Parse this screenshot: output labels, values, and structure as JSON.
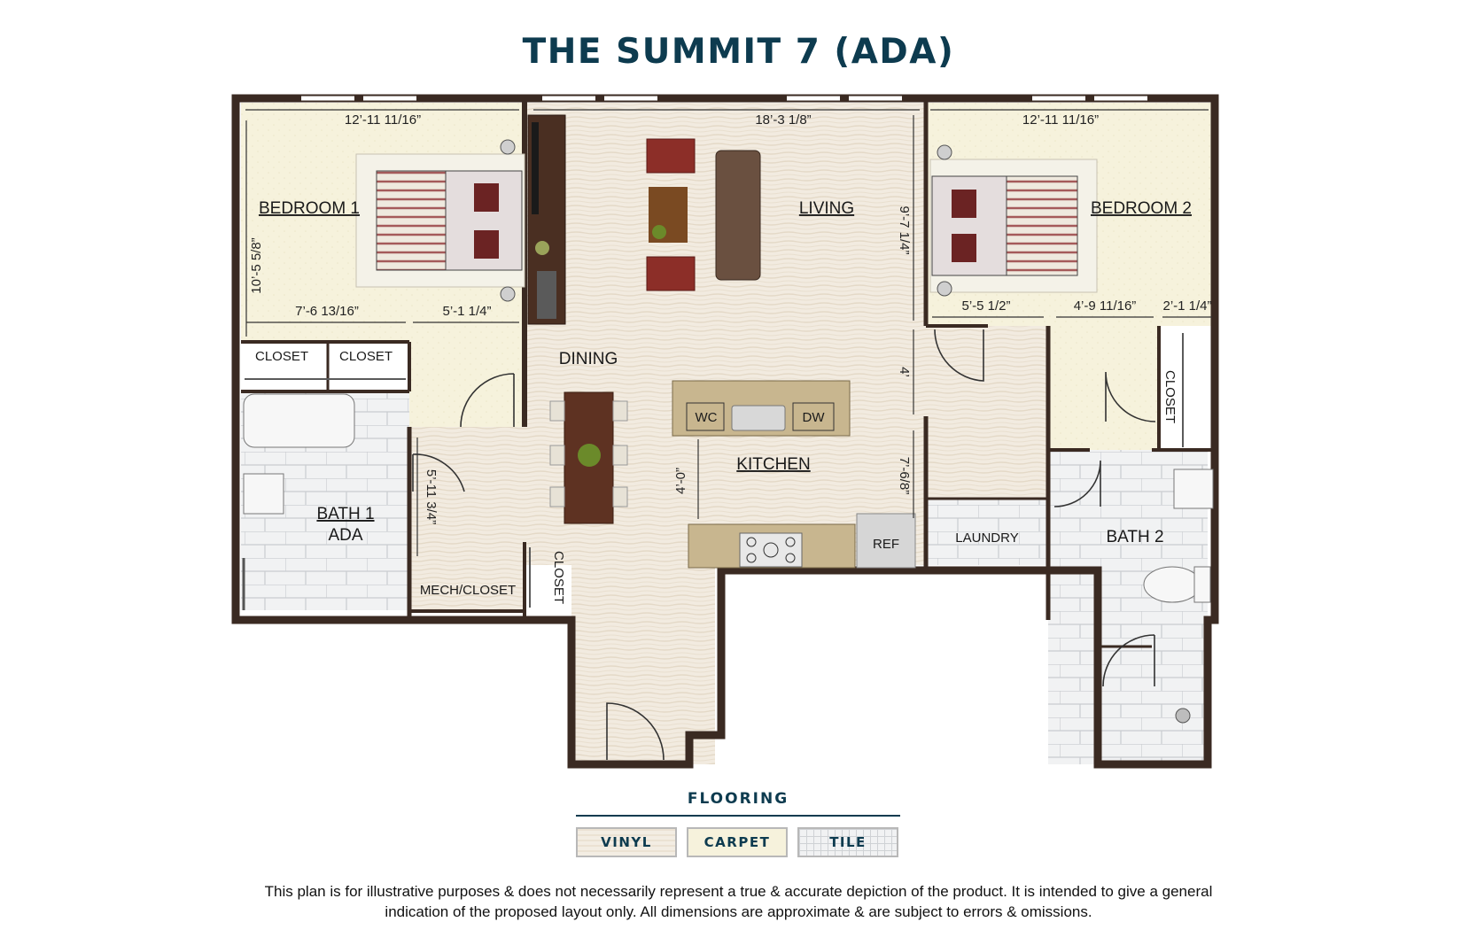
{
  "title": "THE SUMMIT 7 (ADA)",
  "rooms": {
    "bedroom1": "BEDROOM 1",
    "bedroom2": "BEDROOM 2",
    "living": "LIVING",
    "dining": "DINING",
    "kitchen": "KITCHEN",
    "bath1_line1": "BATH 1",
    "bath1_line2": "ADA",
    "bath2": "BATH 2",
    "closet": "CLOSET",
    "mech_closet": "MECH/CLOSET",
    "laundry": "LAUNDRY"
  },
  "appliances": {
    "wc": "WC",
    "dw": "DW",
    "ref": "REF"
  },
  "dimensions": {
    "bed1_width": "12’-11 11/16”",
    "living_width": "18’-3 1/8”",
    "bed2_width": "12’-11 11/16”",
    "bed1_depth": "10’-5 5/8”",
    "living_depth": "9’-7 1/4”",
    "bed1_closet_a": "7’-6 13/16”",
    "bed1_closet_b": "5’-1 1/4”",
    "bed2_a": "5’-5 1/2”",
    "bed2_b": "4’-9 11/16”",
    "bed2_c": "2’-1 1/4”",
    "hall_4": "4’",
    "kitchen_depth": "7’-6/8”",
    "kitchen_aisle": "4’-0”",
    "hall_depth": "5’-11 3/4”"
  },
  "legend": {
    "heading": "FLOORING",
    "items": [
      "VINYL",
      "CARPET",
      "TILE"
    ]
  },
  "disclaimer": {
    "line1": "This plan is for illustrative purposes & does not necessarily represent a true & accurate depiction of the product. It is intended to give a general",
    "line2": "indication of the proposed layout only. All dimensions are approximate & are subject to errors & omissions."
  },
  "colors": {
    "title": "#0d3b4f",
    "wall": "#3a2a22",
    "carpet": "#f6f2dc",
    "vinyl": "#f1eadf",
    "tile": "#f0f1f2"
  }
}
